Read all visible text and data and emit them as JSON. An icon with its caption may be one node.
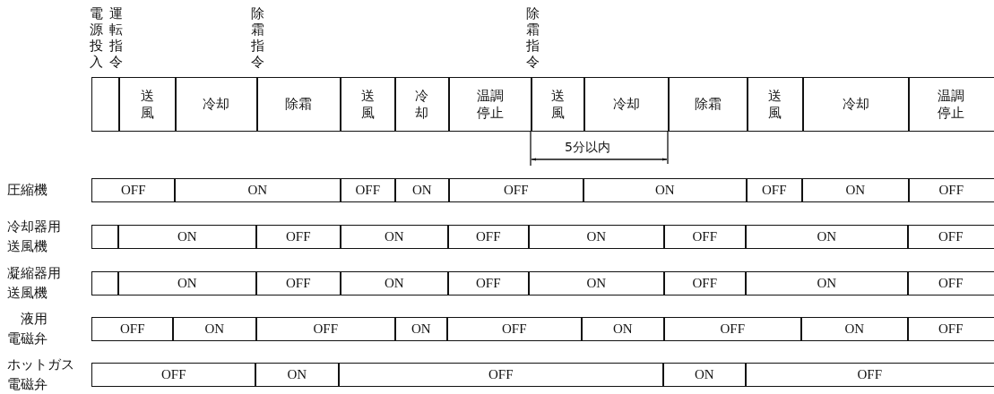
{
  "diagram": {
    "labels": [
      "電源投入",
      "運転指令",
      "除霜指令",
      "除霜指令",
      "送風",
      "冷却",
      "除霜",
      "送風",
      "冷却",
      "温調停止",
      "送風",
      "冷却",
      "除霜",
      "送風",
      "冷却",
      "温調停止",
      "5分以内",
      "圧縮機",
      "OFF",
      "ON",
      "OFF",
      "ON",
      "OFF",
      "ON",
      "OFF",
      "ON",
      "OFF",
      "冷却器用送風機",
      "ON",
      "OFF",
      "ON",
      "OFF",
      "ON",
      "OFF",
      "ON",
      "OFF",
      "凝縮器用送風機",
      "ON",
      "OFF",
      "ON",
      "OFF",
      "ON",
      "OFF",
      "ON",
      "OFF",
      "液用電磁弁",
      "OFF",
      "ON",
      "OFF",
      "ON",
      "OFF",
      "ON",
      "OFF",
      "ON",
      "OFF",
      "ホットガス電磁弁",
      "OFF",
      "ON",
      "OFF",
      "ON",
      "OFF"
    ]
  }
}
